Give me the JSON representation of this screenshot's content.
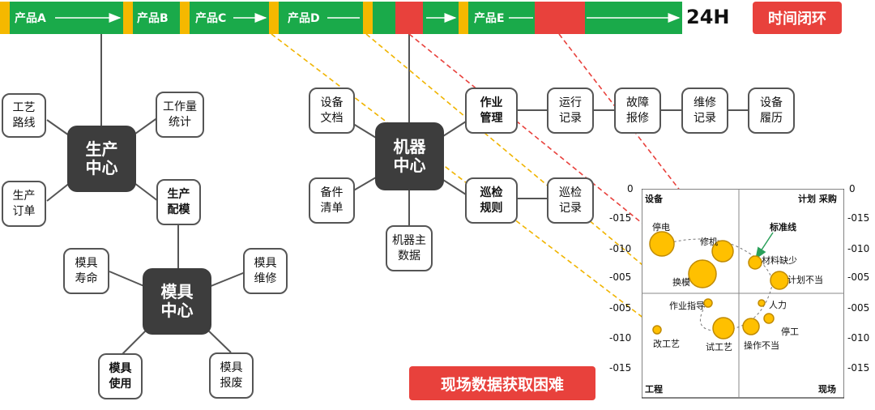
{
  "timeline": {
    "products": [
      "产品A",
      "产品B",
      "产品C",
      "产品D",
      "产品E"
    ],
    "end_label": "24H",
    "closure_tag": "时间闭环",
    "colors": {
      "run": "#1aaa4a",
      "changeover": "#f5b800",
      "downtime": "#e8413c"
    }
  },
  "production_center": {
    "hub": [
      "生产",
      "中心"
    ],
    "nodes": {
      "process_route": [
        "工艺",
        "路线"
      ],
      "workload_stats": [
        "工作量",
        "统计"
      ],
      "production_order": [
        "生产",
        "订单"
      ],
      "production_die": [
        "生产",
        "配模"
      ]
    }
  },
  "die_center": {
    "hub": [
      "模具",
      "中心"
    ],
    "nodes": {
      "die_life": [
        "模具",
        "寿命"
      ],
      "die_maint": [
        "模具",
        "维修"
      ],
      "die_use": [
        "模具",
        "使用"
      ],
      "die_scrap": [
        "模具",
        "报废"
      ]
    }
  },
  "machine_center": {
    "hub": [
      "机器",
      "中心"
    ],
    "nodes": {
      "equip_docs": [
        "设备",
        "文档"
      ],
      "spare_list": [
        "备件",
        "清单"
      ],
      "master_data": [
        "机器主",
        "数据"
      ],
      "work_mgmt": [
        "作业",
        "管理"
      ],
      "inspect_rules": [
        "巡检",
        "规则"
      ]
    }
  },
  "work_chain": [
    [
      "运行",
      "记录"
    ],
    [
      "故障",
      "报修"
    ],
    [
      "维修",
      "记录"
    ],
    [
      "设备",
      "履历"
    ]
  ],
  "inspect_record": [
    "巡检",
    "记录"
  ],
  "bottom_tag": "现场数据获取困难",
  "quadrant_chart": {
    "quadrants": {
      "top_left": "设备",
      "top_right": "计划 采购",
      "bottom_left": "工程",
      "bottom_right": "现场"
    },
    "left_ticks": [
      "0",
      "-015",
      "-010",
      "-005",
      "-005",
      "-010",
      "-015"
    ],
    "right_ticks": [
      "0",
      "-015",
      "-010",
      "-005",
      "-005",
      "-010",
      "-015"
    ],
    "standard_line_label": "标准线",
    "bubbles": [
      {
        "label": "停电"
      },
      {
        "label": "修机"
      },
      {
        "label": "换模"
      },
      {
        "label": "材料缺少"
      },
      {
        "label": "计划不当"
      },
      {
        "label": "作业指导"
      },
      {
        "label": "人力"
      },
      {
        "label": "改工艺"
      },
      {
        "label": "试工艺"
      },
      {
        "label": "操作不当"
      },
      {
        "label": "停工"
      }
    ],
    "colors": {
      "bubble_fill": "#ffc000",
      "bubble_stroke": "#c08a00",
      "standard_arrow": "#2aa05a"
    }
  }
}
